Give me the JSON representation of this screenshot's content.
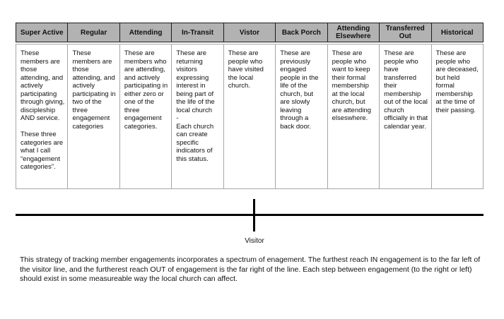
{
  "table": {
    "columns": [
      {
        "header": "Super Active",
        "description": "These members are those attending, and actively participating through giving, discipleship AND service.\n\nThese three categories are what I call “engagement categories”."
      },
      {
        "header": "Regular",
        "description": "These members are those attending, and actively participating in two of the three engagement categories"
      },
      {
        "header": "Attending",
        "description": "These are members who are attending, and actively participating in either zero or one of the three engagement categories."
      },
      {
        "header": "In-Transit",
        "description": "These are returning visitors expressing interest in being part of the life of the local church\n-\nEach church can create specific indicators of this status."
      },
      {
        "header": "Vistor",
        "description": "These are people who have visited the local church."
      },
      {
        "header": "Back Porch",
        "description": "These are previously engaged people in the life of the church, but are slowly leaving through a back door."
      },
      {
        "header": "Attending Elsewhere",
        "description": "These are people who want to keep their formal membership at the local church, but are attending elseswhere."
      },
      {
        "header": "Transferred Out",
        "description": "These are people who have transferred their membership out of the local church officially in that calendar year."
      },
      {
        "header": "Historical",
        "description": "These are people who are deceased, but held formal membership at the time of their passing."
      }
    ]
  },
  "spectrum": {
    "tick_label": "Visitor"
  },
  "footer": {
    "paragraph": "This strategy of tracking member engagements incorporates a spectrum of enagement. The furthest reach IN engagement is to the far left of the visitor line, and the furtherest reach OUT of engagement is the far right of the line. Each step between engagement (to the right or left) should exist in some measureable way the local church can affect."
  },
  "colors": {
    "header_bg": "#b2b2b2",
    "header_border": "#1c1c1c",
    "body_border": "#a6a6a6",
    "line": "#000000",
    "text": "#111111"
  }
}
